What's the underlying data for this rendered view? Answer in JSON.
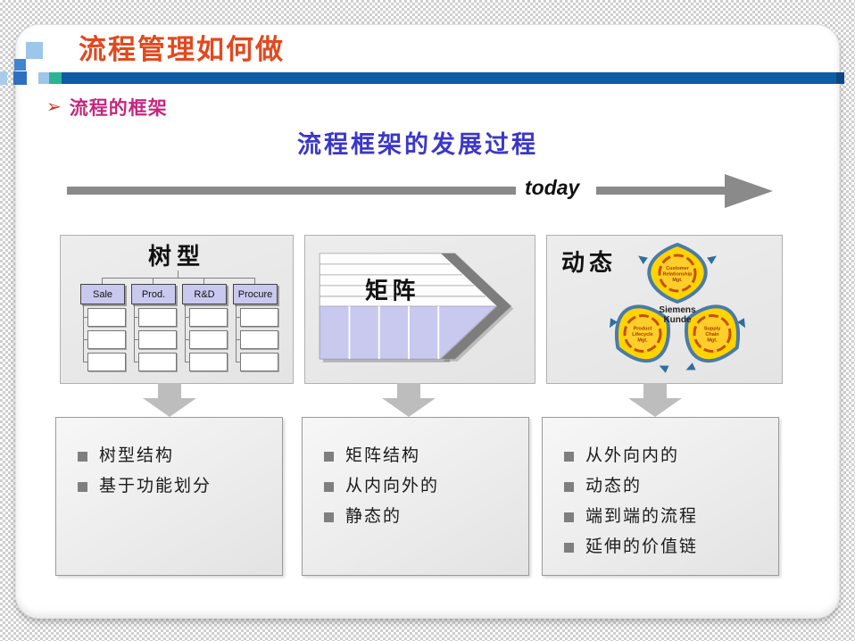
{
  "slide": {
    "title": "流程管理如何做",
    "bullet_glyph": "➢",
    "section_bullet": "流程的框架",
    "subtitle": "流程框架的发展过程",
    "timeline_label": "today"
  },
  "colors": {
    "title_orange": "#e2491f",
    "section_magenta": "#c4267e",
    "subtitle_blue": "#3b37c9",
    "bar_blue": "#0f5ca6",
    "accent_green": "#2cb492",
    "accent_light_blue": "#9cc6ea",
    "accent_mid_blue": "#2d6fc0",
    "lavender": "#c9c9ef",
    "arrow_gray": "#8a8a8a",
    "panel_gray": "#e9e9e9"
  },
  "panels": [
    {
      "heading": "树型",
      "departments": [
        "Sale",
        "Prod.",
        "R&D",
        "Procure"
      ]
    },
    {
      "heading": "矩阵"
    },
    {
      "heading": "动态",
      "center_label": [
        "Siemens",
        "Kunde"
      ],
      "lobes": [
        [
          "Customer",
          "Relationship",
          "Mgt."
        ],
        [
          "Product",
          "Lifecycle",
          "Mgt."
        ],
        [
          "Supply",
          "Chain",
          "Mgt."
        ]
      ]
    }
  ],
  "notes": [
    {
      "items": [
        "树型结构",
        "基于功能划分"
      ]
    },
    {
      "items": [
        "矩阵结构",
        "从内向外的",
        "静态的"
      ]
    },
    {
      "items": [
        "从外向内的",
        "动态的",
        "端到端的流程",
        "延伸的价值链"
      ]
    }
  ]
}
